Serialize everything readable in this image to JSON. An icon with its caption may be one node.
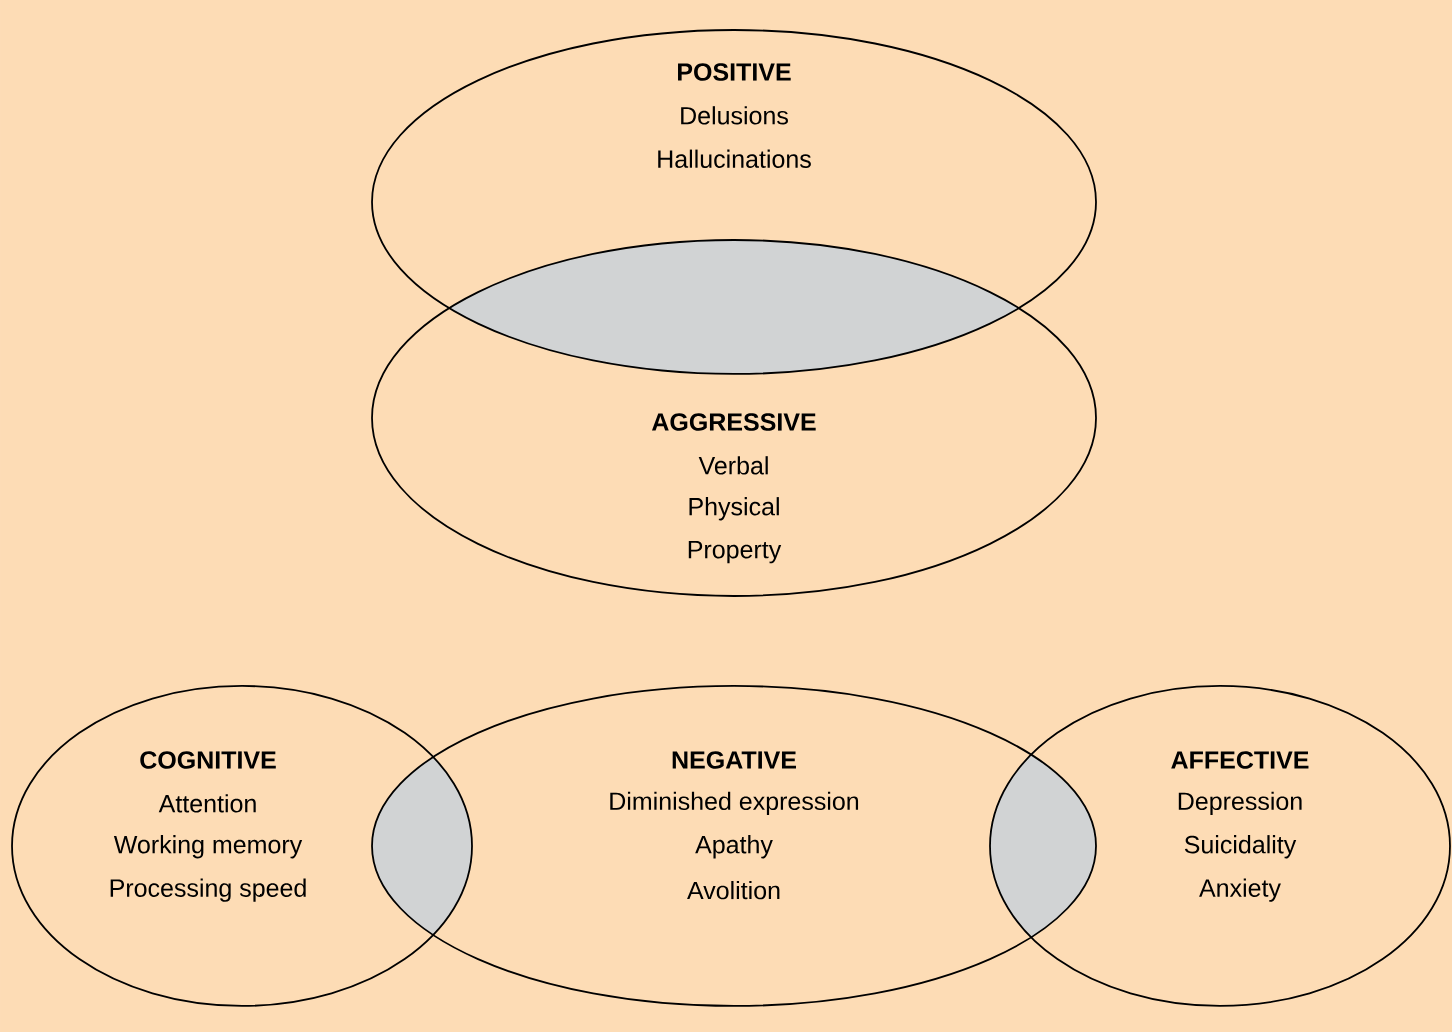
{
  "diagram": {
    "nodes": [
      {
        "text": [
          "POSITIVE",
          "Delusions",
          "Hallucinations"
        ]
      },
      {
        "text": [
          "AGGRESSIVE",
          "Verbal",
          "Physical",
          "Property"
        ]
      },
      {
        "text": [
          "COGNITIVE",
          "Attention",
          "Working memory",
          "Processing speed"
        ]
      },
      {
        "text": [
          "NEGATIVE",
          "Diminished expression",
          "Apathy",
          "Avolition"
        ]
      },
      {
        "text": [
          "AFFECTIVE",
          "Depression",
          "Suicidality",
          "Anxiety"
        ]
      }
    ]
  }
}
